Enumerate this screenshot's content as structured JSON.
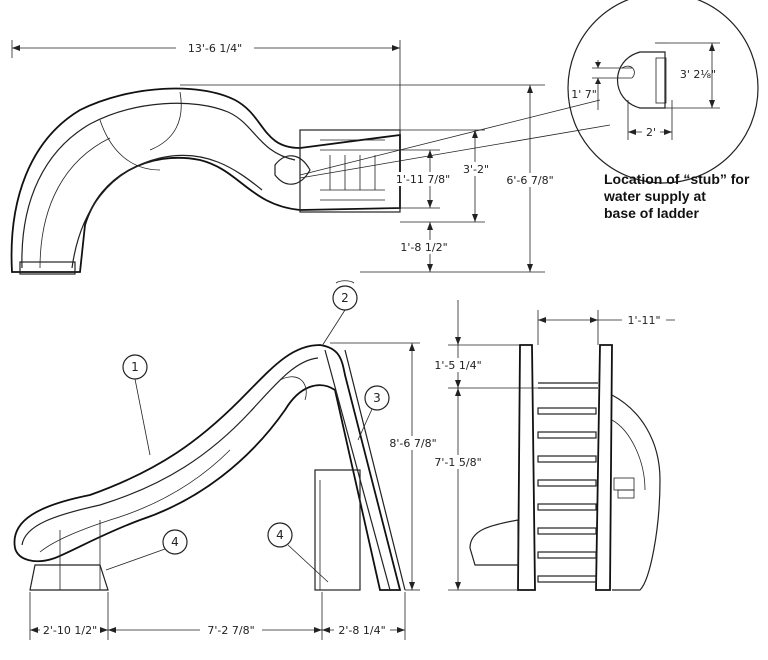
{
  "top_view": {
    "overall_length": "13'-6 1/4\"",
    "height": "6'-6 7/8\"",
    "ladder_depth": "3'-2\"",
    "ladder_step_span": "1'-11 7/8\"",
    "exit_offset": "1'-8 1/2\""
  },
  "detail": {
    "stub_height": "1' 7\"",
    "stub_span": "3' 2⅛\"",
    "stub_width": "2'",
    "note": [
      "Location of “stub” for",
      "water supply at",
      "base of ladder"
    ]
  },
  "side_view": {
    "height": "8'-6 7/8\"",
    "exit_length": "2'-10 1/2\"",
    "mid_length": "7'-2 7/8\"",
    "ladder_base": "2'-8 1/4\""
  },
  "end_view": {
    "width": "1'-11\"",
    "top_offset": "1'-5 1/4\"",
    "ladder_height": "7'-1 5/8\""
  },
  "callouts": [
    "1",
    "2",
    "3",
    "4",
    "4"
  ]
}
